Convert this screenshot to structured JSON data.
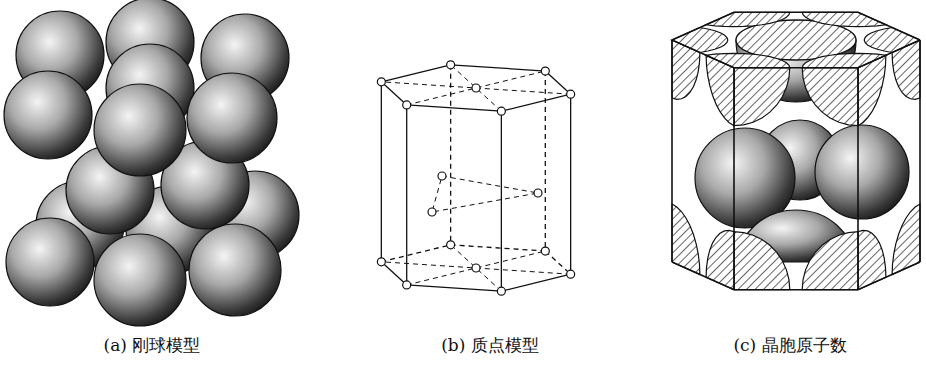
{
  "diagram": {
    "labels": [
      "(a) 刚球模型",
      "(b) 质点模型",
      "(c) 晶胞原子数"
    ]
  }
}
